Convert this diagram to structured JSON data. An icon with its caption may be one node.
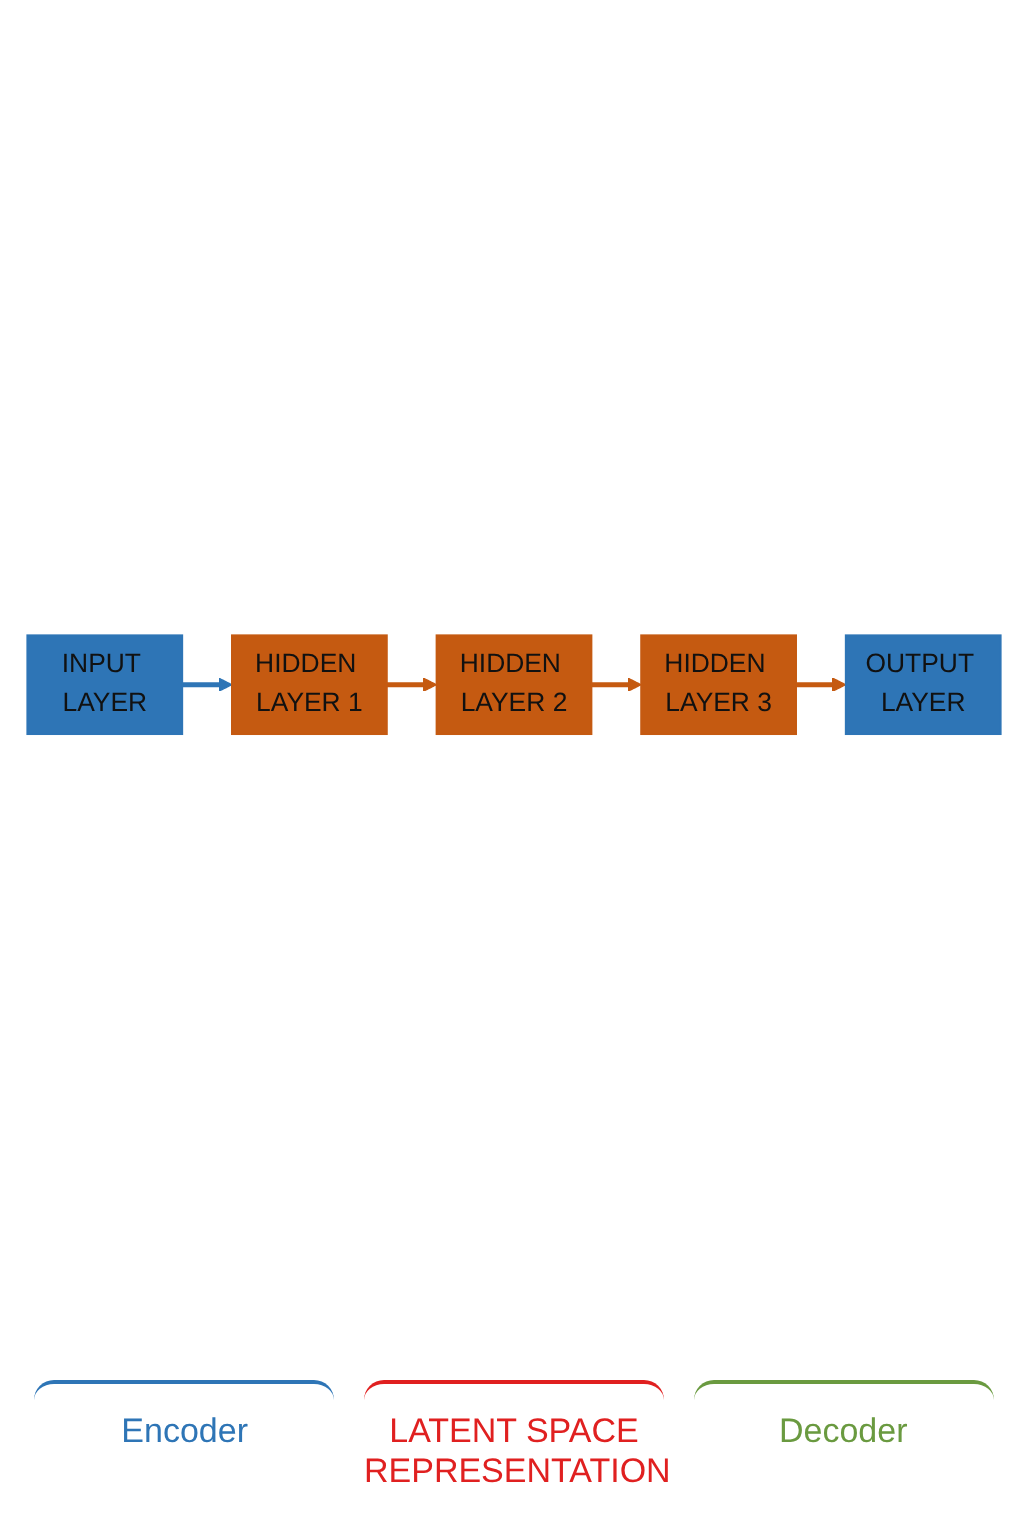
{
  "diagram": {
    "nodes": [
      {
        "text": [
          "INPUT LAYER"
        ]
      },
      {
        "text": [
          "HIDDEN LAYER 1"
        ]
      },
      {
        "text": [
          "HIDDEN LAYER 2"
        ]
      },
      {
        "text": [
          "HIDDEN LAYER 3"
        ]
      },
      {
        "text": [
          "OUTPUT LAYER"
        ]
      }
    ],
    "edges": [
      {
        "from": 0,
        "to": 1,
        "arrow": "to",
        "color": "#2e75b6"
      },
      {
        "from": 1,
        "to": 2,
        "arrow": "to"
      },
      {
        "from": 2,
        "to": 3,
        "arrow": "to"
      },
      {
        "from": 3,
        "to": 4,
        "arrow": "to"
      }
    ],
    "labels": [
      "Encoder",
      "LATENT SPACE REPRESENTATION",
      "Decoder"
    ]
  }
}
